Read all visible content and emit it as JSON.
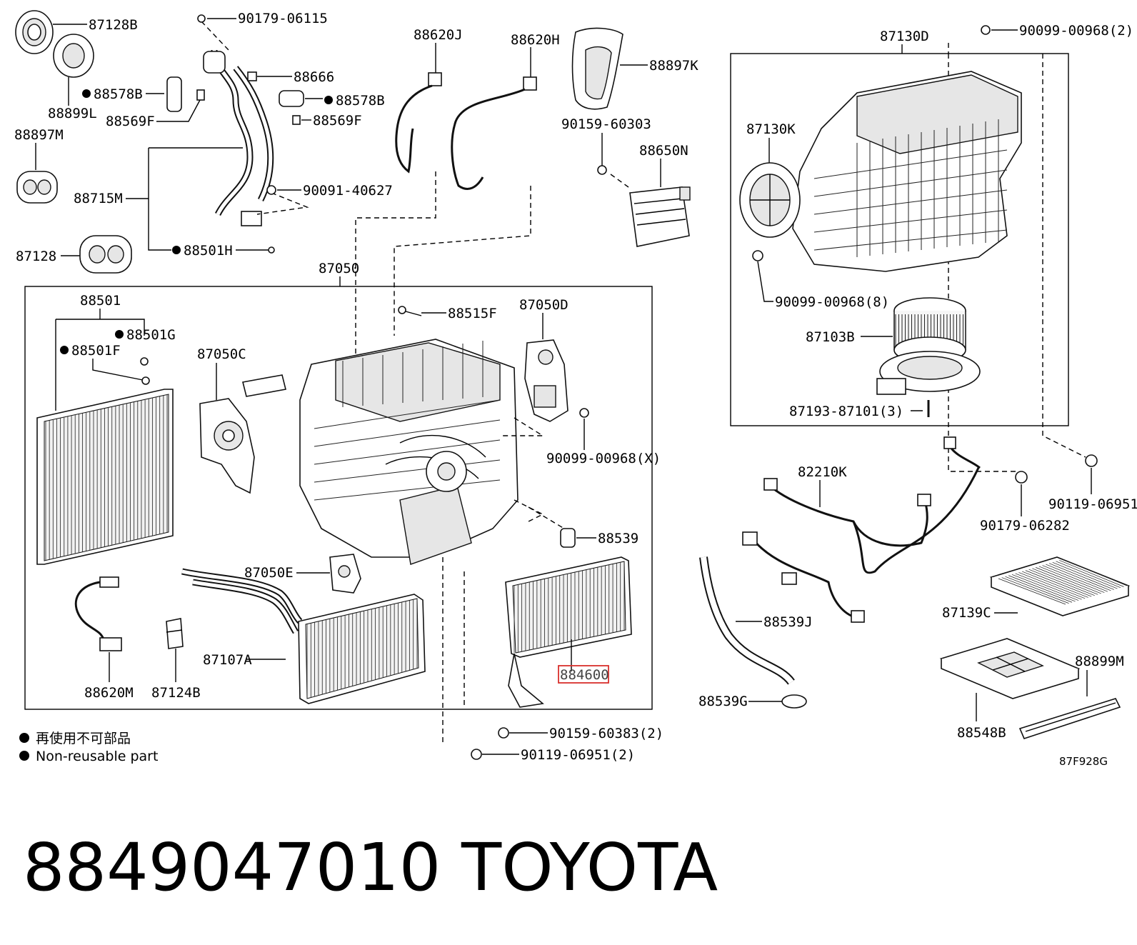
{
  "diagram_code": "87F928G",
  "legend": {
    "line1": "再使用不可部品",
    "line2": "Non-reusable part"
  },
  "footer": {
    "part_number": "8849047010",
    "brand": "TOYOTA"
  },
  "labels": {
    "p87128B": "87128B",
    "p88899L": "88899L",
    "p88897M": "88897M",
    "p87128": "87128",
    "p88578B_a": "88578B",
    "p88569F_a": "88569F",
    "p88715M": "88715M",
    "p88501H": "88501H",
    "p90179_06115": "90179-06115",
    "p88666": "88666",
    "p88578B_b": "88578B",
    "p88569F_b": "88569F",
    "p90091_40627": "90091-40627",
    "p88620J": "88620J",
    "p88620H": "88620H",
    "p88897K": "88897K",
    "p90159_60303": "90159-60303",
    "p88650N": "88650N",
    "p87050": "87050",
    "p88501": "88501",
    "p88501G": "88501G",
    "p88501F": "88501F",
    "p87050C": "87050C",
    "p88515F": "88515F",
    "p87050D": "87050D",
    "p90099_00968X": "90099-00968(X)",
    "p88539": "88539",
    "p87050E": "87050E",
    "p87107A": "87107A",
    "p88620M": "88620M",
    "p87124B": "87124B",
    "p88460": "884600",
    "p90159_60383": "90159-60383(2)",
    "p90119_06951_2": "90119-06951(2)",
    "p87130D": "87130D",
    "p90099_00968_2": "90099-00968(2)",
    "p87130K": "87130K",
    "p90099_00968_8": "90099-00968(8)",
    "p87103B": "87103B",
    "p87193": "87193-87101(3)",
    "p82210K": "82210K",
    "p90179_06282": "90179-06282",
    "p90119_06951": "90119-06951",
    "p88539J": "88539J",
    "p87139C": "87139C",
    "p88539G": "88539G",
    "p88899M": "88899M",
    "p88548B": "88548B"
  }
}
